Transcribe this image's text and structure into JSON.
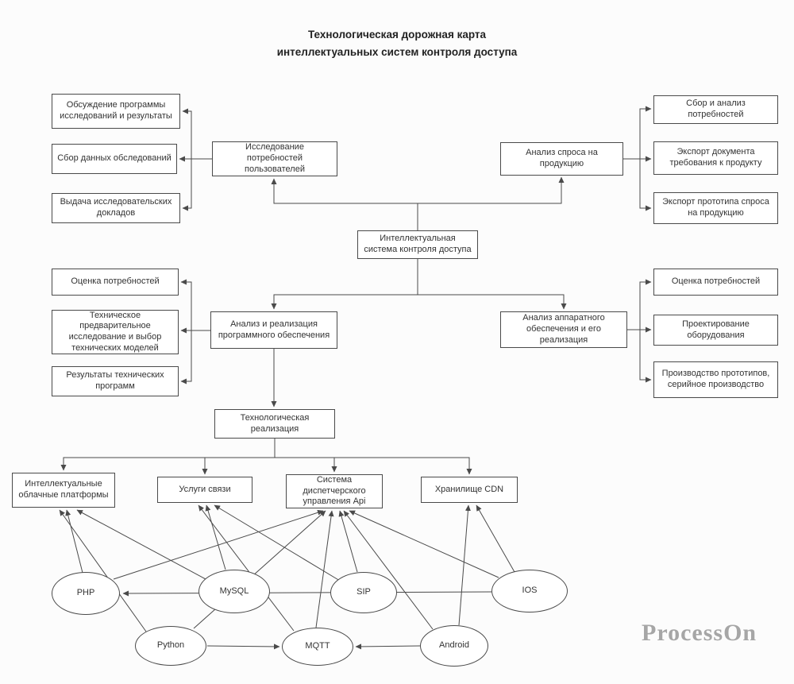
{
  "title": {
    "line1": "Технологическая дорожная карта",
    "line2": "интеллектуальных систем контроля доступа"
  },
  "watermark": "ProcessOn",
  "nodes": {
    "root": "Интеллектуальная система контроля доступа",
    "user_research": "Исследование потребностей пользователей",
    "discuss_program": "Обсуждение программы исследований и результаты",
    "survey_data": "Сбор данных обследований",
    "research_reports": "Выдача исследовательских докладов",
    "demand_analysis": "Анализ спроса на продукцию",
    "collect_needs": "Сбор и анализ потребностей",
    "export_requirements": "Экспорт документа требования к продукту",
    "export_prototype": "Экспорт прототипа спроса на продукцию",
    "needs_assessment_left": "Оценка потребностей",
    "tech_pre_research": "Техническое предварительное исследование и выбор технических моделей",
    "tech_program_results": "Результаты технических программ",
    "software_analysis": "Анализ и реализация программного обеспечения",
    "hardware_analysis": "Анализ аппаратного обеспечения и его реализация",
    "needs_assessment_right": "Оценка потребностей",
    "equipment_design": "Проектирование оборудования",
    "prototype_production": "Производство прототипов, серийное производство",
    "tech_implementation": "Технологическая реализация",
    "cloud_platforms": "Интеллектуальные облачные платформы",
    "communication_services": "Услуги связи",
    "dispatch_system": "Система диспетчерского управления Api",
    "cdn_storage": "Хранилище CDN",
    "php": "PHP",
    "mysql": "MySQL",
    "sip": "SIP",
    "ios": "IOS",
    "python": "Python",
    "mqtt": "MQTT",
    "android": "Android"
  },
  "connections": [
    {
      "from": "root",
      "to": "user_research"
    },
    {
      "from": "root",
      "to": "demand_analysis"
    },
    {
      "from": "user_research",
      "to": "discuss_program"
    },
    {
      "from": "user_research",
      "to": "survey_data"
    },
    {
      "from": "user_research",
      "to": "research_reports"
    },
    {
      "from": "demand_analysis",
      "to": "collect_needs"
    },
    {
      "from": "demand_analysis",
      "to": "export_requirements"
    },
    {
      "from": "demand_analysis",
      "to": "export_prototype"
    },
    {
      "from": "root",
      "to": "software_analysis"
    },
    {
      "from": "root",
      "to": "hardware_analysis"
    },
    {
      "from": "software_analysis",
      "to": "needs_assessment_left"
    },
    {
      "from": "software_analysis",
      "to": "tech_pre_research"
    },
    {
      "from": "software_analysis",
      "to": "tech_program_results"
    },
    {
      "from": "hardware_analysis",
      "to": "needs_assessment_right"
    },
    {
      "from": "hardware_analysis",
      "to": "equipment_design"
    },
    {
      "from": "hardware_analysis",
      "to": "prototype_production"
    },
    {
      "from": "software_analysis",
      "to": "tech_implementation"
    },
    {
      "from": "tech_implementation",
      "to": "cloud_platforms"
    },
    {
      "from": "tech_implementation",
      "to": "communication_services"
    },
    {
      "from": "tech_implementation",
      "to": "dispatch_system"
    },
    {
      "from": "tech_implementation",
      "to": "cdn_storage"
    },
    {
      "from": "php",
      "to": "cloud_platforms"
    },
    {
      "from": "mysql",
      "to": "cloud_platforms"
    },
    {
      "from": "python",
      "to": "cloud_platforms"
    },
    {
      "from": "mysql",
      "to": "communication_services"
    },
    {
      "from": "sip",
      "to": "communication_services"
    },
    {
      "from": "mqtt",
      "to": "communication_services"
    },
    {
      "from": "php",
      "to": "dispatch_system"
    },
    {
      "from": "sip",
      "to": "dispatch_system"
    },
    {
      "from": "mqtt",
      "to": "dispatch_system"
    },
    {
      "from": "android",
      "to": "dispatch_system"
    },
    {
      "from": "ios",
      "to": "dispatch_system"
    },
    {
      "from": "python",
      "to": "dispatch_system"
    },
    {
      "from": "ios",
      "to": "cdn_storage"
    },
    {
      "from": "android",
      "to": "cdn_storage"
    },
    {
      "from": "ios",
      "to": "php"
    },
    {
      "from": "python",
      "to": "mqtt"
    },
    {
      "from": "android",
      "to": "mqtt"
    }
  ]
}
